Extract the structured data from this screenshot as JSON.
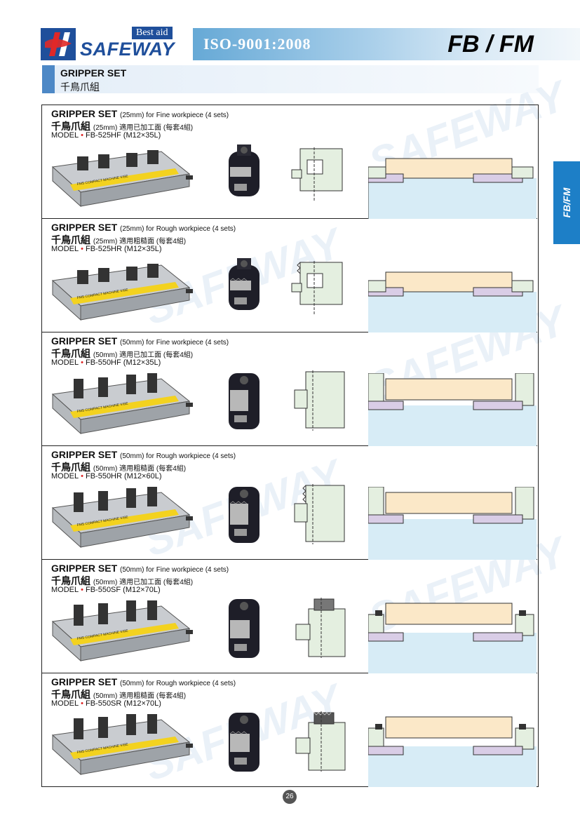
{
  "header": {
    "badge": "Best aid",
    "brand": "SAFEWAY",
    "certification": "ISO-9001:2008",
    "series": "FB / FM"
  },
  "section": {
    "title_en": "GRIPPER SET",
    "title_zh": "千鳥爪組"
  },
  "side_tab": "FB/FM",
  "watermark": "SAFEWAY",
  "items": [
    {
      "name_en": "GRIPPER SET",
      "desc_en": "(25mm) for Fine workpiece (4 sets)",
      "name_zh": "千鳥爪組",
      "desc_zh": "(25mm) 適用已加工面 (每套4組)",
      "model_label": "MODEL",
      "model": "FB-525HF (M12×35L)"
    },
    {
      "name_en": "GRIPPER SET",
      "desc_en": "(25mm) for Rough workpiece (4 sets)",
      "name_zh": "千鳥爪組",
      "desc_zh": "(25mm) 適用粗糙面 (每套4組)",
      "model_label": "MODEL",
      "model": "FB-525HR (M12×35L)"
    },
    {
      "name_en": "GRIPPER SET",
      "desc_en": "(50mm) for Fine workpiece (4 sets)",
      "name_zh": "千鳥爪組",
      "desc_zh": "(50mm) 適用已加工面 (每套4組)",
      "model_label": "MODEL",
      "model": "FB-550HF (M12×35L)"
    },
    {
      "name_en": "GRIPPER SET",
      "desc_en": "(50mm) for Rough workpiece (4 sets)",
      "name_zh": "千鳥爪組",
      "desc_zh": "(50mm) 適用粗糙面 (每套4組)",
      "model_label": "MODEL",
      "model": "FB-550HR (M12×60L)"
    },
    {
      "name_en": "GRIPPER SET",
      "desc_en": "(50mm) for Fine workpiece (4 sets)",
      "name_zh": "千鳥爪組",
      "desc_zh": "(50mm) 適用已加工面 (每套4組)",
      "model_label": "MODEL",
      "model": "FB-550SF (M12×70L)"
    },
    {
      "name_en": "GRIPPER SET",
      "desc_en": "(50mm) for Rough workpiece (4 sets)",
      "name_zh": "千鳥爪組",
      "desc_zh": "(50mm) 適用粗糙面 (每套4組)",
      "model_label": "MODEL",
      "model": "FB-550SR (M12×70L)"
    }
  ],
  "vise_label": "FMS COMPACT MACHINE VISE",
  "page_number": "26",
  "colors": {
    "brand_blue": "#1f4f9b",
    "accent_blue": "#1d7fc7",
    "workpiece": "#fbe8c8",
    "base": "#d7ecf6",
    "jaw": "#e4efe0",
    "pad": "#d9cde6"
  }
}
